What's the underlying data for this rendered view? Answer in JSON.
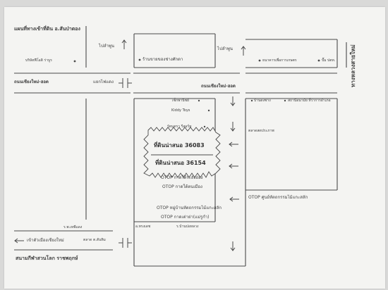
{
  "map": {
    "title": "แผนที่ทางเข้าที่ดิน อ.สันป่าตอง",
    "labels": {
      "company_top_left": "บริษัทฟีโอดิ ร่าบูร",
      "to_lamphun_left": "ไปลำพูน",
      "shop_top_center": "ร้านขายของช่างศักดา",
      "to_lamphun_right": "ไปลำพูน",
      "bank": "ธนาคารเพื่อการเกษตร",
      "pump": "ปั๊ม ปตท.",
      "highway": "ทางหลวงสายใหม่",
      "road_left_top": "ถนนเชียงใหม่-ฮอด",
      "intersection": "แยกไฟแดง",
      "road_center": "ถนนเชียงใหม่-ฮอด",
      "police": "เซ็กพานิชย์",
      "kiddy_toys": "Kiddy Toys",
      "branch": "บ้านดงซาง",
      "health_center": "สถานีอนามัย ที่ว่าการอำเภอ",
      "rattana": "รัตนตรา รีสอร์ท",
      "market": "ตลาดสดประภาพ",
      "land_1": "ที่ดินน่าสนอ  36083",
      "land_2": "ที่ดินน่าสนอ  36154",
      "otop_1": "OTOP กาดใต้ระลังฮ่อง",
      "otop_2": "OTOP กาดใต้ตนเมือง",
      "otop_3": "OTOP หมู่บ้านหัตถกรรมไม้แกะสลัก",
      "otop_4": "OTOP กาดเต่าย่า(แม่รูกำ)",
      "otop_right": "OTOP ศูนย์หัตถกรรมไม้แกะสลัก",
      "bottom_left_small": "ร.พ.เทพีแดง",
      "to_chiangmai": "เข้าตัวเมืองเชียงใหม่",
      "bottom_mid_small": "ตลาด ต.สันทิม",
      "bottom_store_1": "อ.ทรงเดช",
      "bottom_store_2": "ร.บ้านปอหลวง",
      "school": "สนามกีฬาสวนโลก ราชพฤกษ์"
    }
  }
}
